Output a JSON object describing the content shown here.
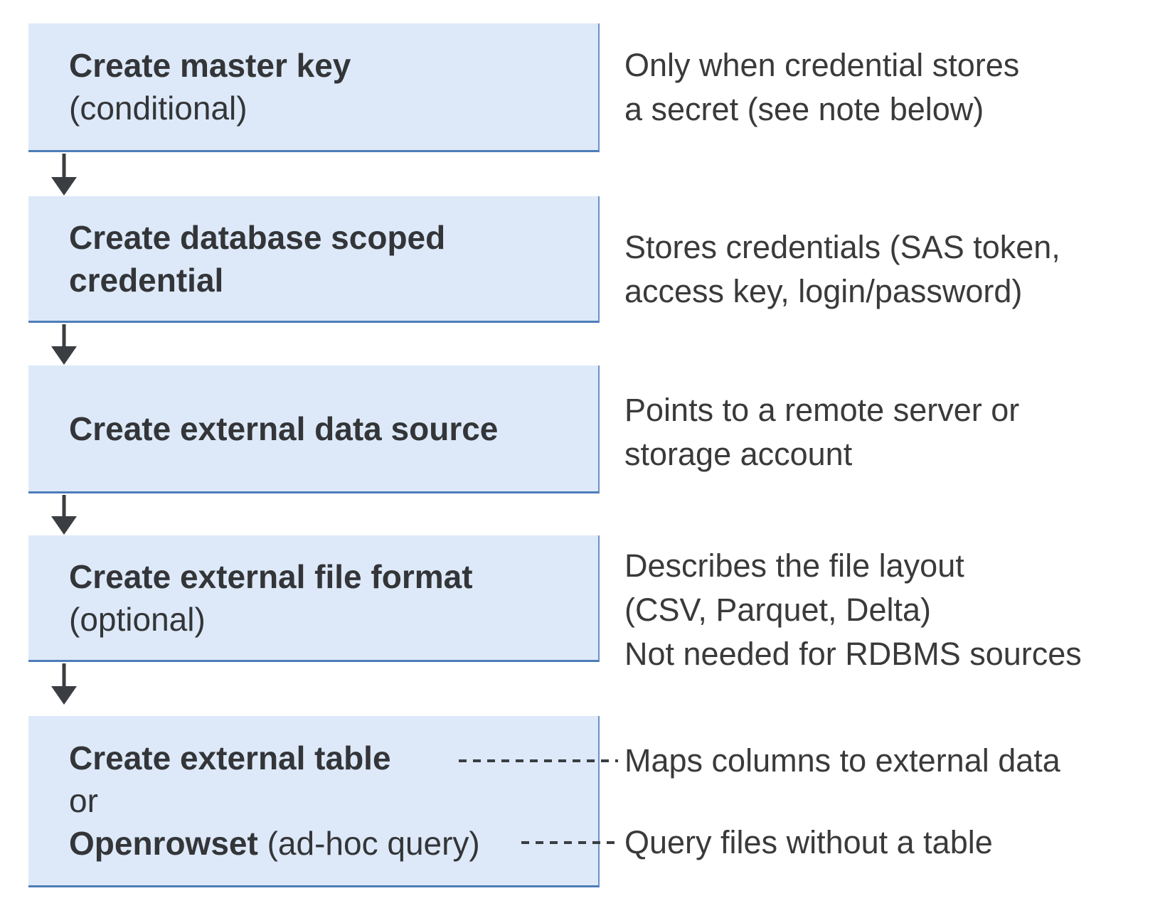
{
  "colors": {
    "box_fill": "#dde9f8",
    "box_border_bottom": "#4e7cb9",
    "box_border_right": "#6b92c3",
    "arrow": "#3a3d42",
    "text_primary": "#333538",
    "text_secondary": "#3a3a3a"
  },
  "boxes": [
    {
      "lines": [
        {
          "bold": "Create master key"
        },
        {
          "regular": "(conditional)"
        }
      ]
    },
    {
      "lines": [
        {
          "bold": "Create database scoped"
        },
        {
          "bold": "credential"
        }
      ]
    },
    {
      "lines": [
        {
          "bold": "Create external data source"
        }
      ]
    },
    {
      "lines": [
        {
          "bold": "Create external file format"
        },
        {
          "regular": "(optional)"
        }
      ]
    },
    {
      "lines": [
        {
          "bold": "Create external table"
        },
        {
          "regular": "or"
        },
        {
          "bold": "Openrowset",
          "regular": " (ad-hoc query)"
        }
      ]
    }
  ],
  "notes": [
    {
      "lines": [
        "Only when credential stores",
        "a secret (see note below)"
      ]
    },
    {
      "lines": [
        "Stores credentials (SAS token,",
        "access key, login/password)"
      ]
    },
    {
      "lines": [
        "Points to a remote server or",
        "storage account"
      ]
    },
    {
      "lines": [
        "Describes the file layout",
        "(CSV, Parquet, Delta)",
        "Not needed for RDBMS sources"
      ]
    },
    {
      "lines": [
        "Maps columns to external data"
      ]
    },
    {
      "lines": [
        "Query files without a table"
      ]
    }
  ]
}
